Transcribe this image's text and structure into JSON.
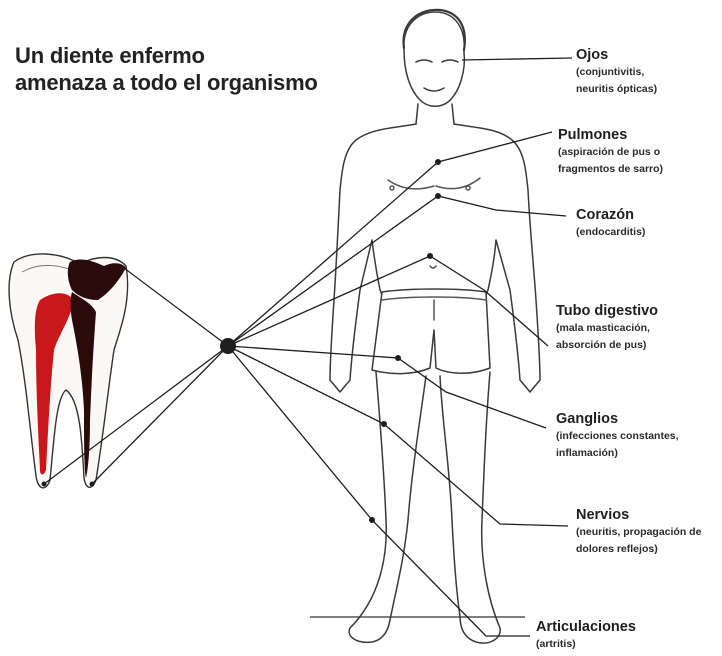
{
  "title_lines": [
    "Un diente enfermo",
    "amenaza a todo el organismo"
  ],
  "labels": [
    {
      "name": "Ojos",
      "note": "(conjuntivitis,\n neuritis ópticas)"
    },
    {
      "name": "Pulmones",
      "note": "(aspiración de pus o\n fragmentos de sarro)"
    },
    {
      "name": "Corazón",
      "note": "(endocarditis)"
    },
    {
      "name": "Tubo digestivo",
      "note": "(mala masticación,\n absorción de pus)"
    },
    {
      "name": "Ganglios",
      "note": "(infecciones constantes,\n inflamación)"
    },
    {
      "name": "Nervios",
      "note": "(neuritis, propagación de\n dolores reflejos)"
    },
    {
      "name": "Articulaciones",
      "note": "(artritis)"
    }
  ],
  "colors": {
    "ink": "#1e1e1e",
    "pulp_red": "#c8181c",
    "decay": "#2a0a0a",
    "skin_line": "#3a3a3a"
  }
}
